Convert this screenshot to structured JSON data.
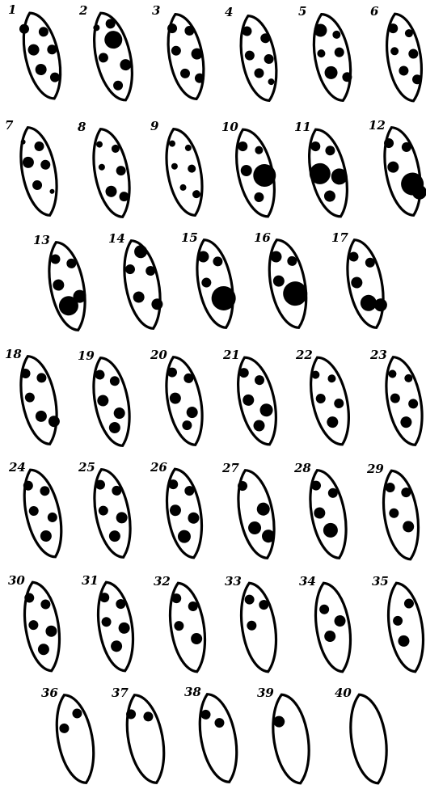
{
  "colors": {
    "ink": "#000000",
    "paper": "#ffffff"
  },
  "figures": [
    {
      "number": "1",
      "spots": 6
    },
    {
      "number": "2",
      "spots": 6
    },
    {
      "number": "3",
      "spots": 6
    },
    {
      "number": "4",
      "spots": 6
    },
    {
      "number": "5",
      "spots": 6
    },
    {
      "number": "6",
      "spots": 6
    },
    {
      "number": "7",
      "spots": 6
    },
    {
      "number": "8",
      "spots": 6
    },
    {
      "number": "9",
      "spots": 6
    },
    {
      "number": "10",
      "spots": 5
    },
    {
      "number": "11",
      "spots": 5
    },
    {
      "number": "12",
      "spots": 5
    },
    {
      "number": "13",
      "spots": 5
    },
    {
      "number": "14",
      "spots": 5
    },
    {
      "number": "15",
      "spots": 4
    },
    {
      "number": "16",
      "spots": 4
    },
    {
      "number": "17",
      "spots": 5
    },
    {
      "number": "18",
      "spots": 5
    },
    {
      "number": "19",
      "spots": 5
    },
    {
      "number": "20",
      "spots": 5
    },
    {
      "number": "21",
      "spots": 5
    },
    {
      "number": "22",
      "spots": 5
    },
    {
      "number": "23",
      "spots": 5
    },
    {
      "number": "24",
      "spots": 5
    },
    {
      "number": "25",
      "spots": 5
    },
    {
      "number": "26",
      "spots": 5
    },
    {
      "number": "27",
      "spots": 4
    },
    {
      "number": "28",
      "spots": 4
    },
    {
      "number": "29",
      "spots": 4
    },
    {
      "number": "30",
      "spots": 5
    },
    {
      "number": "31",
      "spots": 5
    },
    {
      "number": "32",
      "spots": 4
    },
    {
      "number": "33",
      "spots": 3
    },
    {
      "number": "34",
      "spots": 3
    },
    {
      "number": "35",
      "spots": 3
    },
    {
      "number": "36",
      "spots": 2
    },
    {
      "number": "37",
      "spots": 2
    },
    {
      "number": "38",
      "spots": 2
    },
    {
      "number": "39",
      "spots": 1
    },
    {
      "number": "40",
      "spots": 0
    }
  ]
}
